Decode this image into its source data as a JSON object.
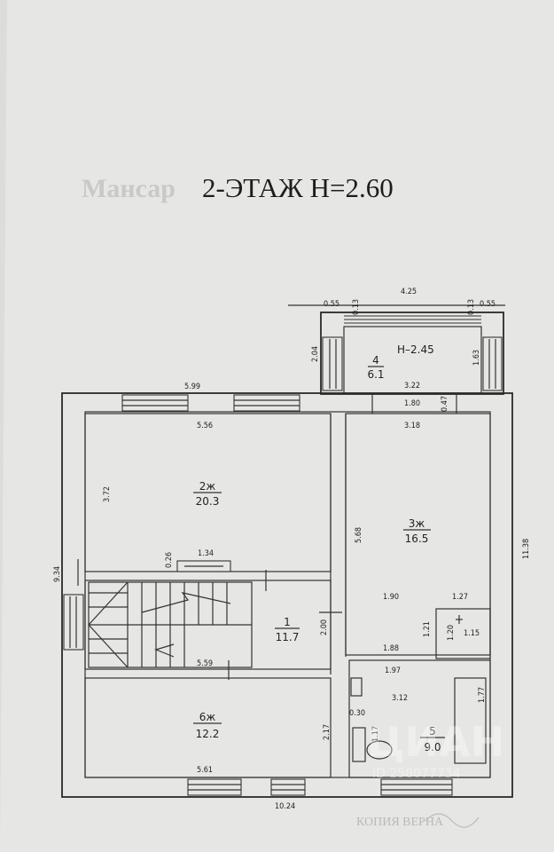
{
  "title": "2-ЭТАЖ  Н=2.60",
  "ghost_text": "Мансар",
  "watermark": {
    "brand": "ЦИАН",
    "id": "ID 258077734"
  },
  "stamp": {
    "line1": "КОПИЯ ВЕРНА"
  },
  "rooms": [
    {
      "num": "1",
      "area": "11.7"
    },
    {
      "num": "2ж",
      "area": "20.3"
    },
    {
      "num": "3ж",
      "area": "16.5"
    },
    {
      "num": "4",
      "area": "6.1",
      "height": "Н–2.45"
    },
    {
      "num": "5",
      "area": "9.0"
    },
    {
      "num": "6ж",
      "area": "12.2"
    }
  ],
  "dimensions": {
    "d425": "4.25",
    "d055a": "0.55",
    "d013a": "0.13",
    "d013b": "0.13",
    "d055b": "0.55",
    "d204": "2.04",
    "d163": "1.63",
    "d322": "3.22",
    "d599": "5.99",
    "d180": "1.80",
    "d047": "0.47",
    "d556": "5.56",
    "d318": "3.18",
    "d372": "3.72",
    "d568": "5.68",
    "d1138": "11.38",
    "d134": "1.34",
    "d026": "0.26",
    "d934": "9.34",
    "d190": "1.90",
    "d127": "1.27",
    "d200": "2.00",
    "d121": "1.21",
    "d120": "1.20",
    "d115": "1.15",
    "d188": "1.88",
    "d559": "5.59",
    "d197": "1.97",
    "d312": "3.12",
    "d177": "1.77",
    "d217": "2.17",
    "d030": "0.30",
    "d117": "1.17",
    "d561": "5.61",
    "d1024": "10.24"
  }
}
